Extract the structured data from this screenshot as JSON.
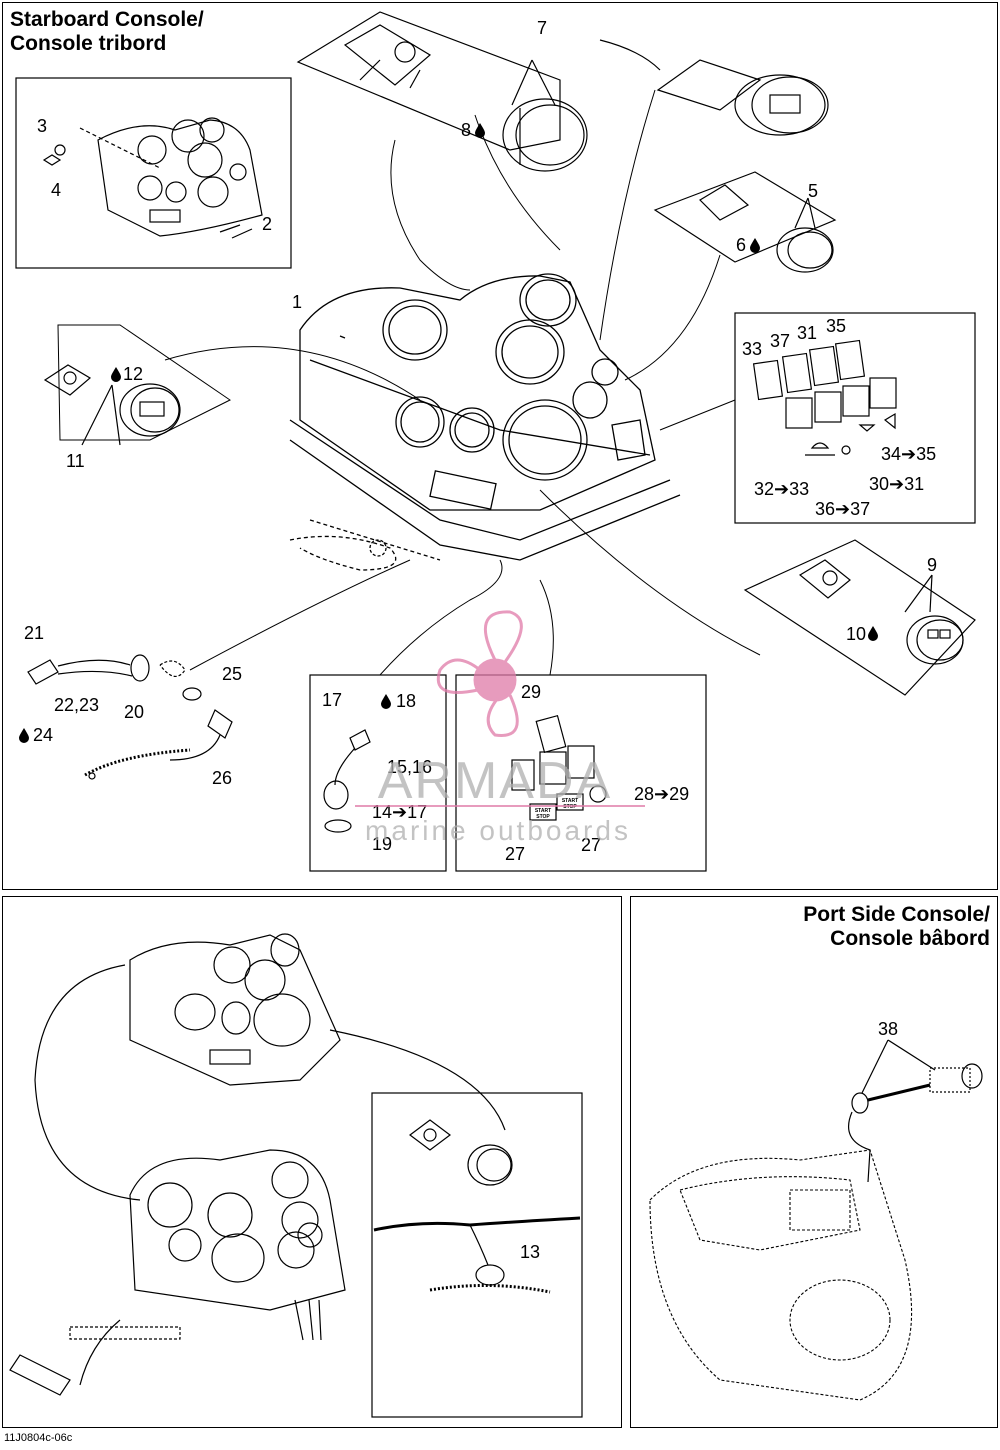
{
  "titles": {
    "starboard_en": "Starboard Console/",
    "starboard_fr": "Console tribord",
    "port_en": "Port Side Console/",
    "port_fr": "Console bâbord"
  },
  "callouts": {
    "c1": "1",
    "c2": "2",
    "c3": "3",
    "c4": "4",
    "c5": "5",
    "c6": "6",
    "c7": "7",
    "c8": "8",
    "c9": "9",
    "c10": "10",
    "c11": "11",
    "c12": "12",
    "c13": "13",
    "c14": "14➔17",
    "c15": "15,16",
    "c17": "17",
    "c18": "18",
    "c19": "19",
    "c20": "20",
    "c21": "21",
    "c22": "22,23",
    "c24": "24",
    "c25": "25",
    "c26": "26",
    "c27a": "27",
    "c27b": "27",
    "c28": "28➔29",
    "c29": "29",
    "c30": "30➔31",
    "c31": "31",
    "c32": "32➔33",
    "c33": "33",
    "c34": "34➔35",
    "c35": "35",
    "c36": "36➔37",
    "c37": "37",
    "c38": "38"
  },
  "switch_labels": {
    "start": "START",
    "stop": "STOP"
  },
  "watermark": {
    "brand": "ARMADA",
    "tagline": "marine outboards",
    "color": "#e07aa8"
  },
  "footer": {
    "code": "11J0804c-06c"
  },
  "icons": [
    "oil-drop-icon",
    "propeller-logo-icon",
    "gauge-icon",
    "switch-icon",
    "horn-icon",
    "light-icon"
  ]
}
